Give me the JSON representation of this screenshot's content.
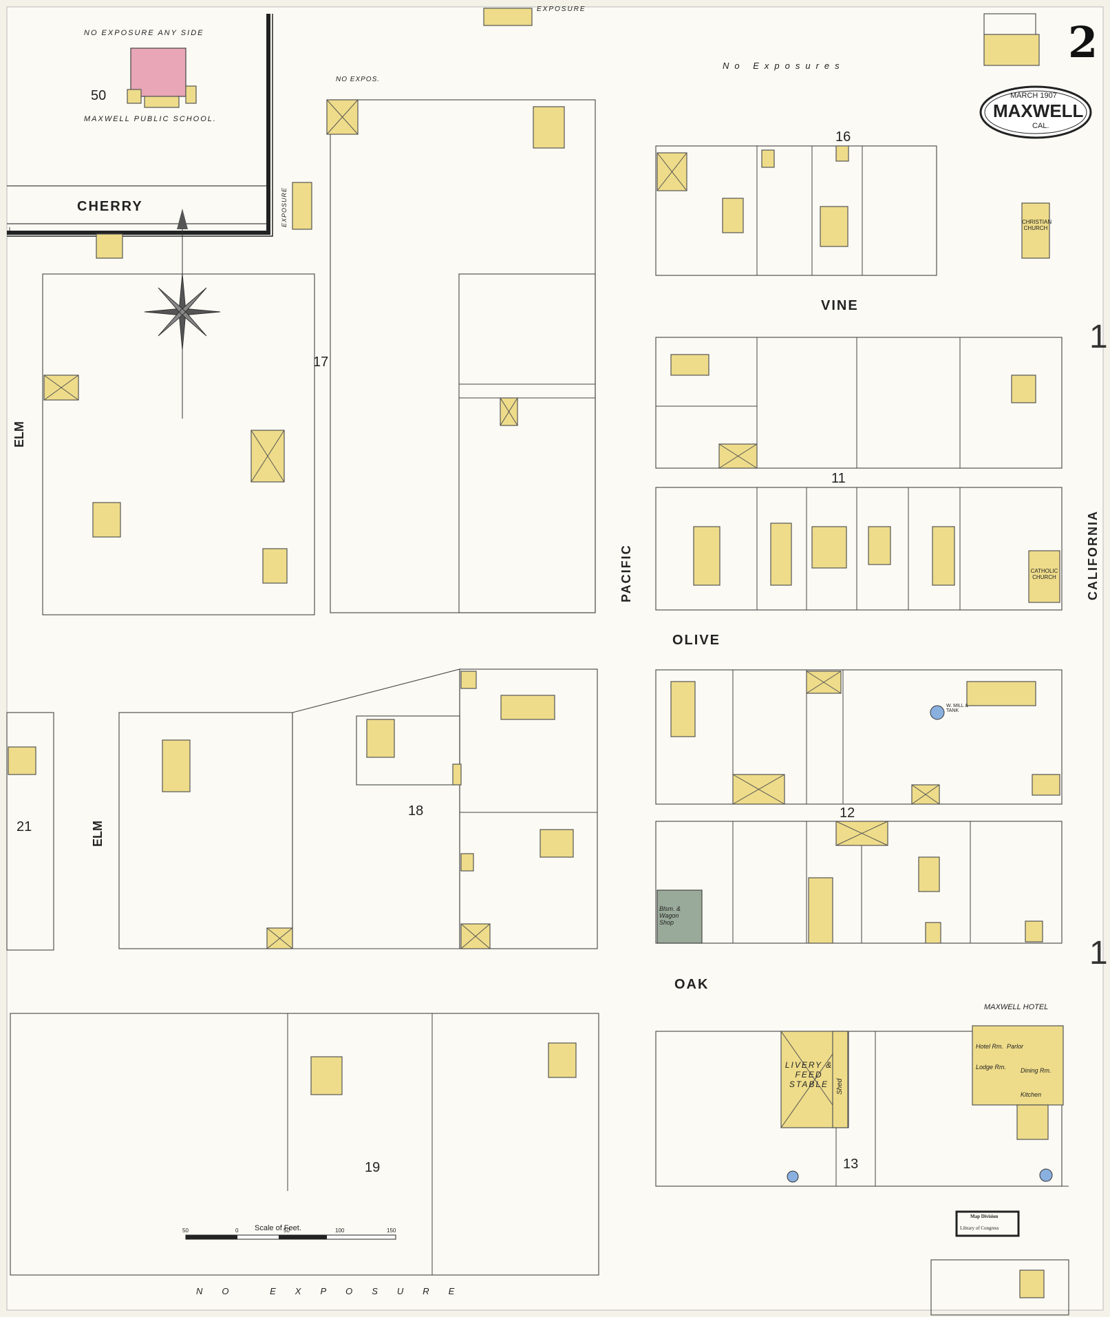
{
  "sheet": {
    "number": "2",
    "title_date": "MARCH 1907",
    "title_town": "MAXWELL",
    "title_state": "CAL."
  },
  "streets": {
    "cherry": "CHERRY",
    "elm_top": "ELM",
    "elm_mid": "ELM",
    "vine": "VINE",
    "olive": "OLIVE",
    "oak": "OAK",
    "pacific": "PACIFIC",
    "california": "CALIFORNIA"
  },
  "blocks": {
    "b50": "50",
    "b16": "16",
    "b17": "17",
    "b11": "11",
    "b18": "18",
    "b12": "12",
    "b21": "21",
    "b19": "19",
    "b13": "13"
  },
  "notes": {
    "no_exposure_any_side": "NO EXPOSURE ANY SIDE",
    "school": "MAXWELL PUBLIC SCHOOL.",
    "no_expos": "NO EXPOS.",
    "no_exposures": "No Exposures",
    "exposure_top": "EXPOSURE",
    "no_exposure_bottom": "NO EXPOSURE",
    "christian_church": "CHRISTIAN CHURCH",
    "catholic_church": "CATHOLIC CHURCH",
    "maxwell_hotel": "MAXWELL HOTEL",
    "livery": "LIVERY & FEED STABLE",
    "blsm_shop": "Blsm. & Wagon Shop",
    "shed": "Shed",
    "hotel_rm": "Hotel Rm.",
    "parlor": "Parlor",
    "lodge_rm": "Lodge Rm.",
    "dining_rm": "Dining Rm.",
    "kitchen": "Kitchen",
    "wind_mill": "W. MILL & TANK",
    "map_division": "Map Division",
    "library": "Library of Congress",
    "exposure_side": "EXPOSURE"
  },
  "scale": {
    "label": "Scale of Feet.",
    "ticks": [
      "50",
      "0",
      "50",
      "100",
      "150"
    ]
  }
}
